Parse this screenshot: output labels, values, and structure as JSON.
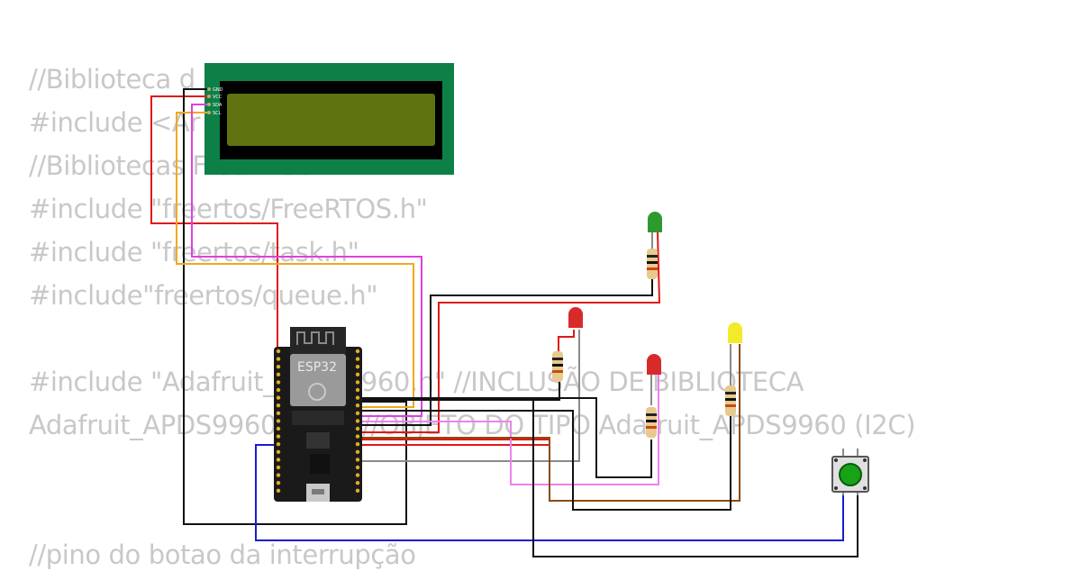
{
  "code_lines": [
    "//Biblioteca d",
    "#include <Ar",
    "//Bibliotecas FreeRTOS",
    "#include \"freertos/FreeRTOS.h\"",
    "#include \"freertos/task.h\"",
    "#include\"freertos/queue.h\"",
    "",
    "#include \"Adafruit_APDS9960.h\" //INCLUSÃO DE BIBLIOTECA",
    "Adafruit_APDS9960 apds; //OBJETO DO TIPO Adafruit_APDS9960 (I2C)",
    "",
    "",
    "//pino do botao da interrupção"
  ],
  "esp32": {
    "label": "ESP32"
  },
  "lcd": {
    "pin_labels": [
      "GND",
      "VCC",
      "SDA",
      "SCL"
    ]
  },
  "leds": [
    {
      "id": "led-green",
      "color": "#2e9a2e"
    },
    {
      "id": "led-red-1",
      "color": "#d92a2a"
    },
    {
      "id": "led-red-2",
      "color": "#d92a2a"
    },
    {
      "id": "led-yellow",
      "color": "#f2ea2a"
    }
  ],
  "wire_colors": {
    "red": "#e01818",
    "black": "#111111",
    "orange": "#f2a81d",
    "magenta": "#e040e0",
    "pink": "#ee82ee",
    "gray": "#8a8a8a",
    "brown": "#8a4b12",
    "blue": "#1a1ad8"
  },
  "button": {
    "color": "#16a316"
  }
}
